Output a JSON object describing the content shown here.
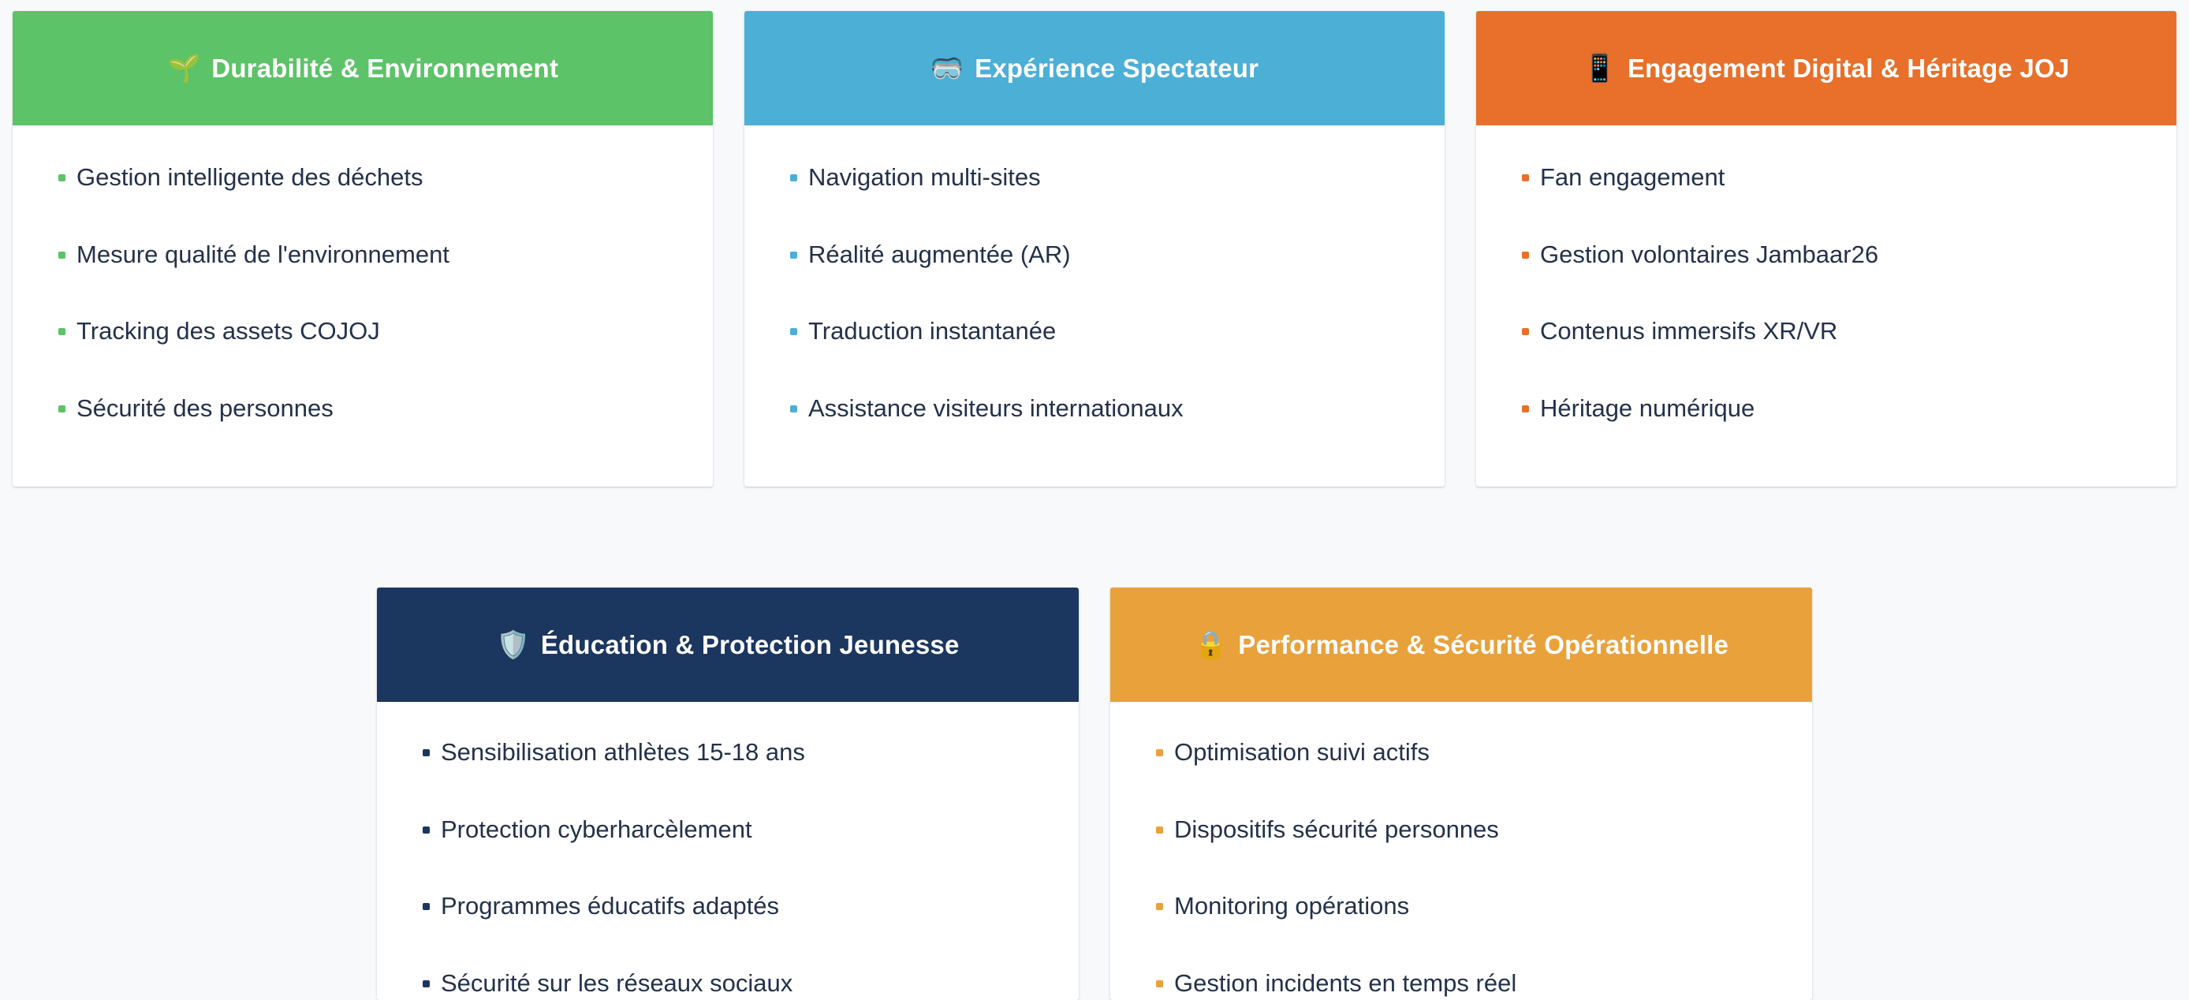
{
  "page": {
    "background_color": "#F7F9FB",
    "text_color": "#23314B"
  },
  "cards": [
    {
      "id": "durabilite-environnement",
      "title": "Durabilité & Environnement",
      "icon": "🌱",
      "icon_name": "seedling-icon",
      "accent_color": "#5CC368",
      "items": [
        "Gestion intelligente des déchets",
        "Mesure qualité de l'environnement",
        "Tracking des assets COJOJ",
        "Sécurité des personnes"
      ]
    },
    {
      "id": "experience-spectateur",
      "title": "Expérience Spectateur",
      "icon": "🥽",
      "icon_name": "vr-goggles-icon",
      "accent_color": "#4CAFD6",
      "items": [
        "Navigation multi-sites",
        "Réalité augmentée (AR)",
        "Traduction instantanée",
        "Assistance visiteurs internationaux"
      ]
    },
    {
      "id": "engagement-digital-heritage-joj",
      "title": "Engagement Digital & Héritage JOJ",
      "icon": "📱",
      "icon_name": "mobile-phone-icon",
      "accent_color": "#E8702A",
      "items": [
        "Fan engagement",
        "Gestion volontaires Jambaar26",
        "Contenus immersifs XR/VR",
        "Héritage numérique"
      ]
    },
    {
      "id": "education-protection-jeunesse",
      "title": "Éducation & Protection Jeunesse",
      "icon": "🛡️",
      "icon_name": "shield-icon",
      "accent_color": "#1B3760",
      "items": [
        "Sensibilisation athlètes 15-18 ans",
        "Protection cyberharcèlement",
        "Programmes éducatifs adaptés",
        "Sécurité sur les réseaux sociaux"
      ]
    },
    {
      "id": "performance-securite-operationnelle",
      "title": "Performance & Sécurité Opérationnelle",
      "icon": "🔒",
      "icon_name": "lock-icon",
      "accent_color": "#E9A13B",
      "items": [
        "Optimisation suivi actifs",
        "Dispositifs sécurité personnes",
        "Monitoring opérations",
        "Gestion incidents en temps réel"
      ]
    }
  ]
}
